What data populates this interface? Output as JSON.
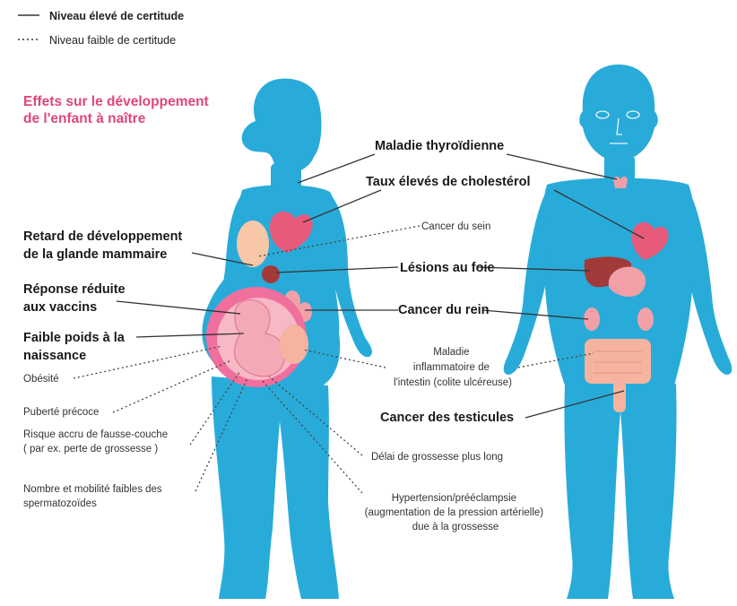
{
  "legend": {
    "high": "Niveau élevé de certitude",
    "low": "Niveau faible de certitude"
  },
  "section_title": [
    "Effets sur le développement",
    "de l'enfant à naître"
  ],
  "labels": {
    "thyroid": "Maladie thyroïdienne",
    "cholesterol": "Taux élevés de cholestérol",
    "breast_cancer": "Cancer du sein",
    "mammary": [
      "Retard de développement",
      "de la glande mammaire"
    ],
    "liver": "Lésions au foie",
    "vaccines": [
      "Réponse réduite",
      "aux vaccins"
    ],
    "kidney": "Cancer du rein",
    "birth_weight": [
      "Faible poids à la",
      "naissance"
    ],
    "colitis": [
      "Maladie",
      "inflammatoire de",
      "l'intestin (colite ulcéreuse)"
    ],
    "obesity": "Obésité",
    "puberty": "Puberté précoce",
    "testicular": "Cancer des testicules",
    "miscarriage": [
      "Risque accru de fausse-couche",
      "( par ex. perte de grossesse )"
    ],
    "pregnancy_delay": "Délai de grossesse plus long",
    "sperm": [
      "Nombre et mobilité faibles des",
      "spermatozoïdes"
    ],
    "hypertension": [
      "Hypertension/prééclampsie",
      "(augmentation de la pression artérielle)",
      "due à la grossesse"
    ]
  },
  "colors": {
    "body": "#29abd9",
    "accent": "#e0457b",
    "liver": "#a23a3a",
    "organ": "#f2a0a8",
    "intestine": "#f5b3a0",
    "womb": "#f06f9d"
  }
}
